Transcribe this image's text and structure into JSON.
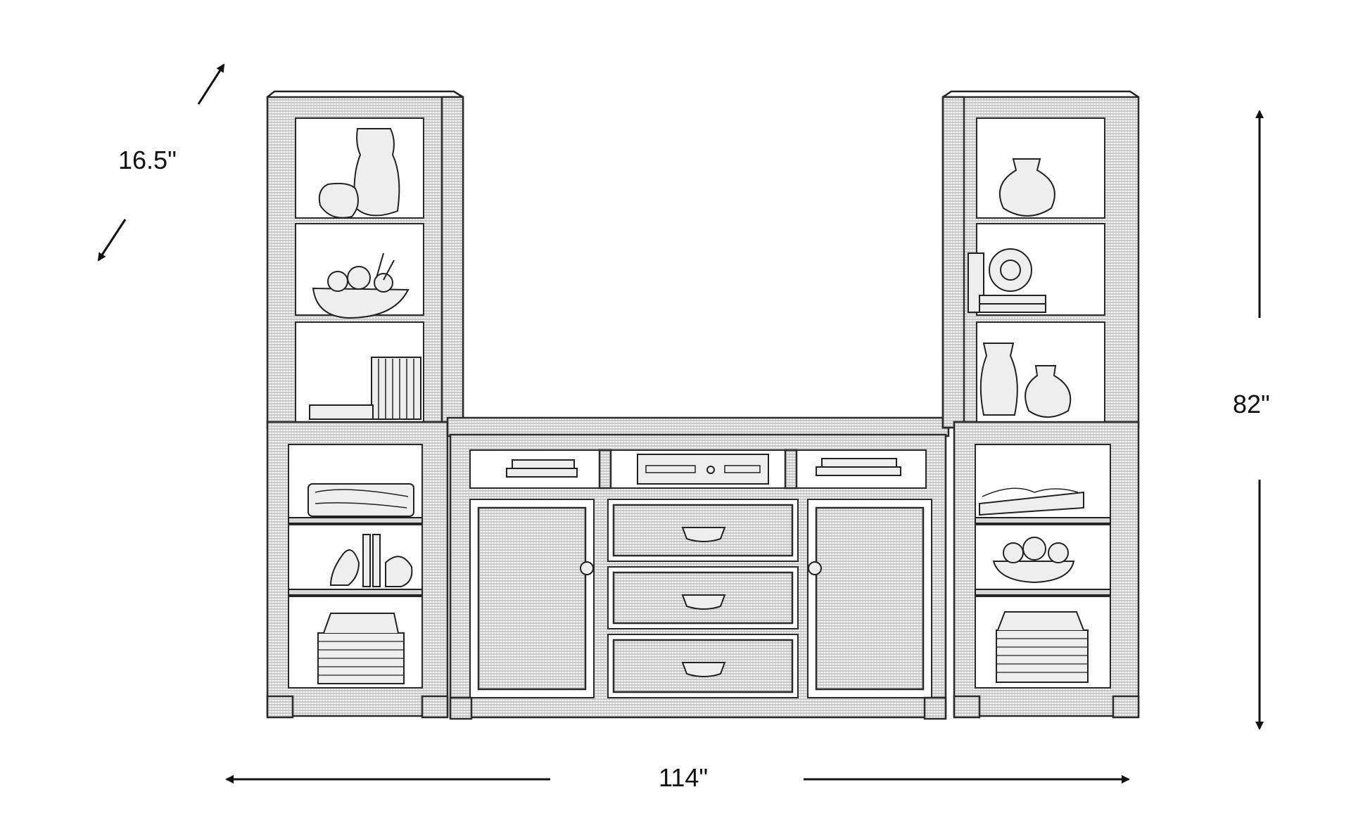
{
  "dimensions": {
    "depth": "16.5\"",
    "height": "82\"",
    "width": "114\""
  },
  "colors": {
    "ink": "#222222",
    "background": "#ffffff"
  }
}
